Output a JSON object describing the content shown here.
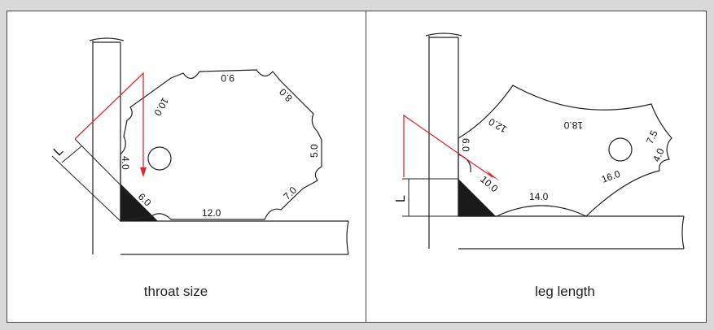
{
  "captions": {
    "left": "throat size",
    "right": "leg length"
  },
  "left_gauge_labels": {
    "top": "9.0",
    "top_left": "10.0",
    "top_right": "8.0",
    "right": "5.0",
    "bottom_right": "7.0",
    "left": "4.0",
    "diag": "6.0",
    "bottom": "12.0",
    "dim": "L"
  },
  "right_gauge_labels": {
    "top_left": "12.0",
    "top": "18.0",
    "right_upper": "7.5",
    "right_lower": "4.0",
    "bottom_right": "16.0",
    "bottom": "14.0",
    "diag": "10.0",
    "left": "6.0",
    "dim": "L"
  },
  "colors": {
    "pointer": "#e0272b",
    "fill": "#1a1a1a",
    "line": "#222222"
  }
}
